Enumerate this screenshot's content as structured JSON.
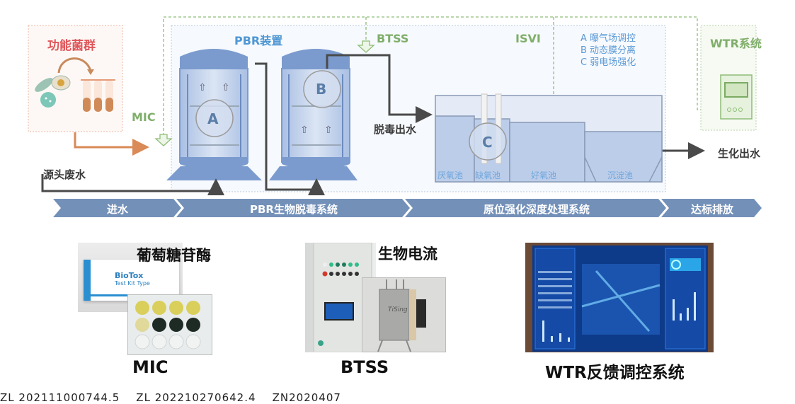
{
  "diagram": {
    "functional_bacteria": {
      "title": "功能菌群"
    },
    "labels": {
      "mic": "MIC",
      "btss": "BTSS",
      "isvi": "ISVI",
      "pbr_device": "PBR装置",
      "wtr_system": "WTR系统",
      "source_wastewater": "源头废水",
      "detox_effluent": "脱毒出水",
      "biochem_effluent": "生化出水"
    },
    "reactor_markers": [
      "A",
      "B",
      "C"
    ],
    "legend": [
      "A 曝气场调控",
      "B 动态膜分离",
      "C 弱电场强化"
    ],
    "tanks": [
      "厌氧池",
      "缺氧池",
      "好氧池",
      "沉淀池"
    ],
    "process_banner": [
      "进水",
      "PBR生物脱毒系统",
      "原位强化深度处理系统",
      "达标排放"
    ],
    "colors": {
      "banner": "#7390b8",
      "reactor": "#7b9bcf",
      "water": "#c0d0ea",
      "green_dash": "#8fbd78",
      "orange_arrow": "#d98a57",
      "title_red": "#e0555a",
      "label_blue": "#4f97d4"
    }
  },
  "photos": {
    "mic": {
      "overlay_label": "葡萄糖苷酶",
      "kit_brand": "BioTox",
      "kit_type": "Test Kit Type",
      "caption": "MIC"
    },
    "btss": {
      "overlay_label": "生物电流",
      "device_brand": "TiSing",
      "caption": "BTSS"
    },
    "wtr": {
      "caption": "WTR反馈调控系统"
    }
  },
  "footer_text": "ZL 202111000744.5    ZL 202210270642.4    ZN2020407"
}
